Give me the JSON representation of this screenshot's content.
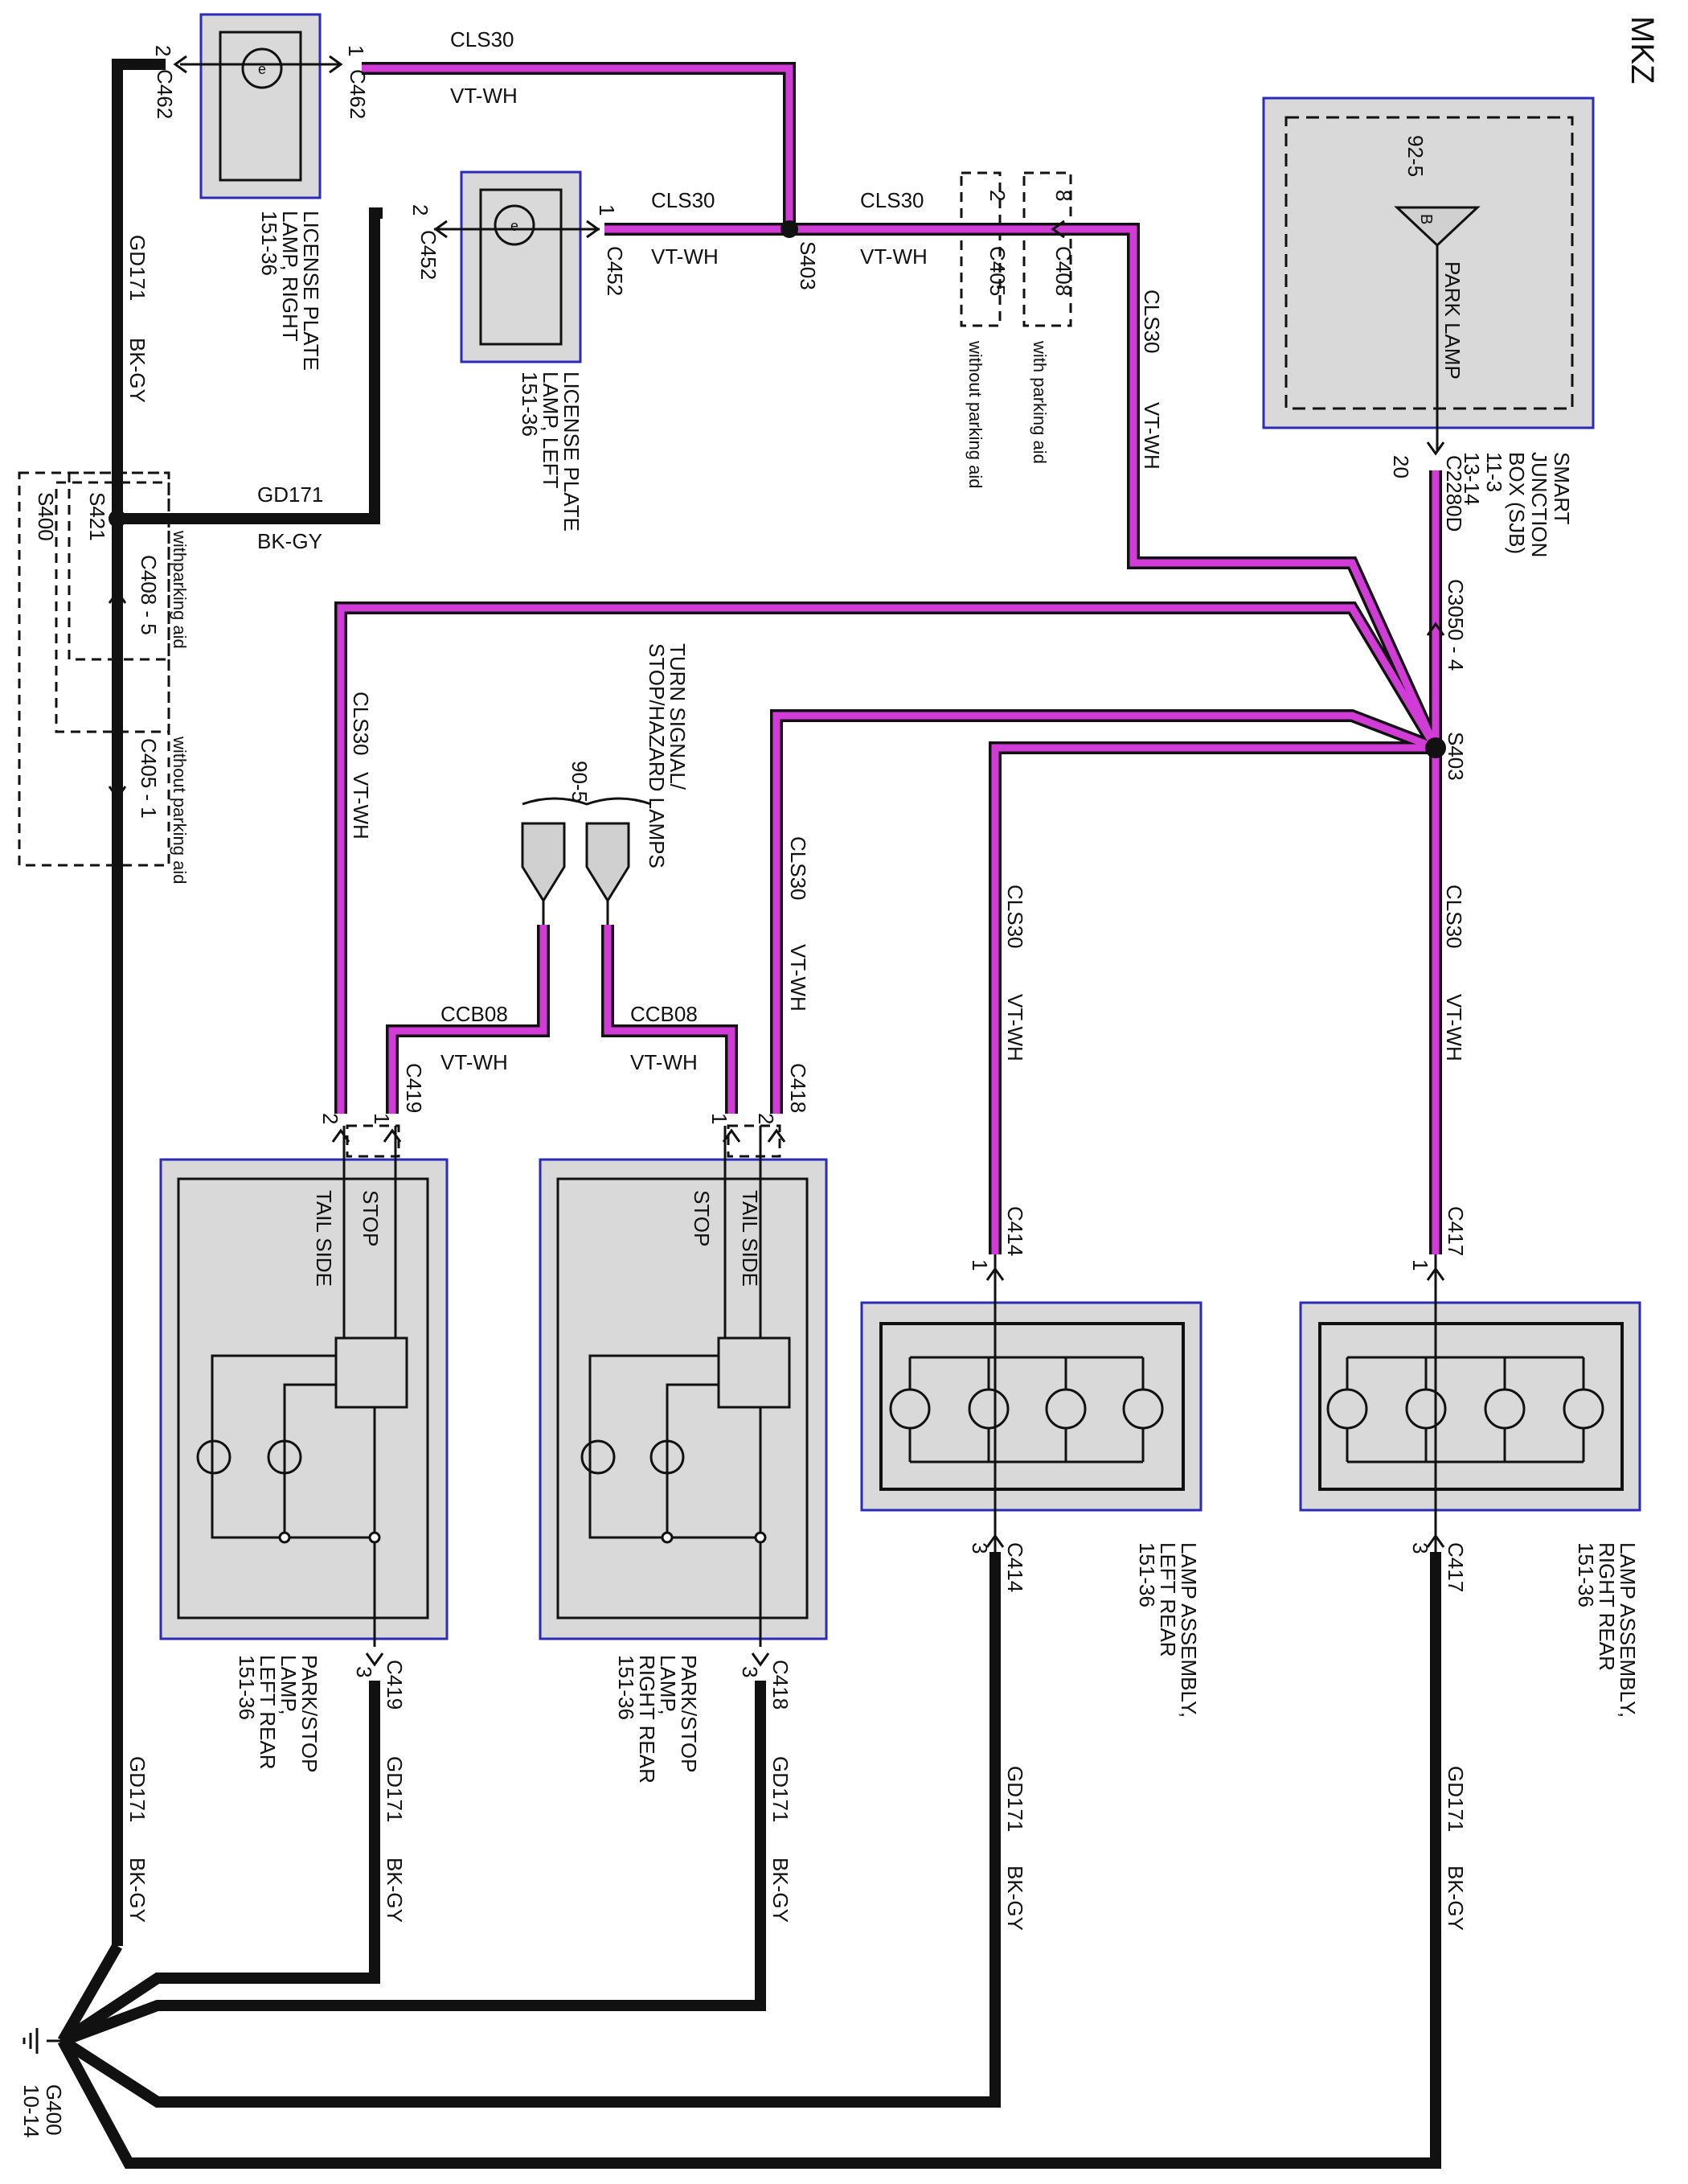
{
  "title": "MKZ",
  "wires": {
    "cls30": "CLS30",
    "vt_wh": "VT-WH",
    "ccb08": "CCB08",
    "gd171": "GD171",
    "bk_gy": "BK-GY"
  },
  "components": {
    "sjb": {
      "lines": [
        "SMART",
        "JUNCTION",
        "BOX (SJB)",
        "11-3",
        "13-14"
      ],
      "ref": "92-5",
      "fuse_letter": "B",
      "fuse_label": "PARK LAMP",
      "pin": "20",
      "connector": "C2280D"
    },
    "license_right": {
      "lines": [
        "LICENSE PLATE",
        "LAMP, RIGHT",
        "151-36"
      ]
    },
    "license_left": {
      "lines": [
        "LICENSE PLATE",
        "LAMP, LEFT",
        "151-36"
      ]
    },
    "turn_signal": {
      "lines": [
        "TURN SIGNAL/",
        "STOP/HAZARD LAMPS"
      ],
      "ref": "90-5"
    },
    "lamp_assy_rr": {
      "lines": [
        "LAMP ASSEMBLY,",
        "RIGHT REAR",
        "151-36"
      ]
    },
    "lamp_assy_lr": {
      "lines": [
        "LAMP ASSEMBLY,",
        "LEFT REAR",
        "151-36"
      ]
    },
    "park_stop_rr": {
      "lines": [
        "PARK/STOP",
        "LAMP,",
        "RIGHT REAR",
        "151-36"
      ]
    },
    "park_stop_lr": {
      "lines": [
        "PARK/STOP",
        "LAMP,",
        "LEFT REAR",
        "151-36"
      ]
    },
    "ground": {
      "label": "G400",
      "ref": "10-14"
    }
  },
  "connectors": {
    "c462": "C462",
    "c452": "C452",
    "c408": "C408",
    "c405": "C405",
    "c3050": "C3050 - 4",
    "c408_5": "C408 - 5",
    "c405_1": "C405 - 1",
    "c414": "C414",
    "c417": "C417",
    "c418": "C418",
    "c419": "C419"
  },
  "splices": {
    "s403": "S403",
    "s421": "S421",
    "s400": "S400"
  },
  "notes": {
    "with_pa": "with parking aid",
    "without_pa": "without parking aid",
    "withparking_aid": "withparking aid"
  },
  "pins": {
    "p1": "1",
    "p2": "2",
    "p3": "3",
    "p8": "8"
  },
  "lamp_labels": {
    "stop": "STOP",
    "tail_side": "TAIL SIDE"
  }
}
